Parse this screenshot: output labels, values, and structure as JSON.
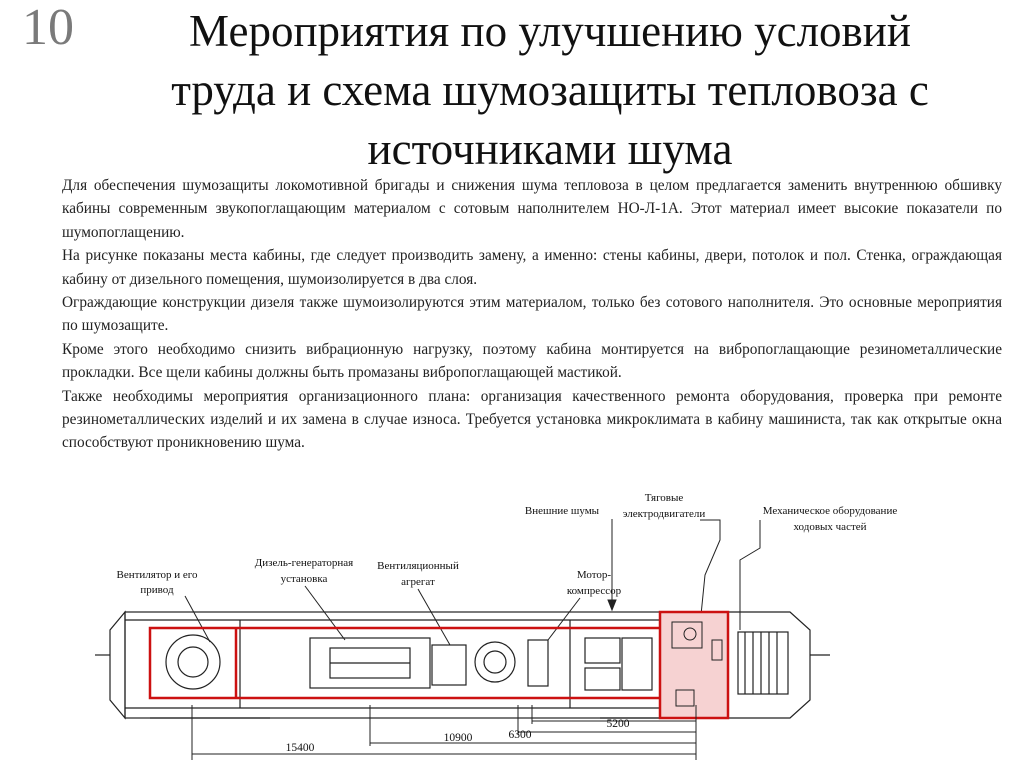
{
  "slide_number": "10",
  "title": {
    "lines": [
      "Мероприятия по улучшению условий",
      "труда и схема шумозащиты тепловоза с",
      "источниками шума"
    ]
  },
  "paragraphs": [
    "Для обеспечения шумозащиты локомотивной бригады и снижения шума тепловоза в целом предлагается заменить внутреннюю обшивку кабины современным звукопоглащающим материалом с сотовым наполнителем НО-Л-1А. Этот материал имеет высокие показатели по шумопоглащению.",
    "На рисунке показаны места кабины, где следует производить замену, а именно: стены кабины, двери, потолок и пол. Стенка, ограждающая кабину от дизельного помещения, шумоизолируется в два слоя.",
    "Ограждающие конструкции дизеля также шумоизолируются этим материалом, только без сотового наполнителя. Это основные мероприятия по шумозащите.",
    "Кроме этого необходимо снизить вибрационную нагрузку, поэтому кабина монтируется на вибропоглащающие резинометаллические прокладки. Все щели кабины должны быть промазаны вибропоглащающей мастикой.",
    "Также необходимы мероприятия организационного плана: организация качественного ремонта оборудования, проверка при ремонте резинометаллических изделий и их замена в случае износа. Требуется установка микроклимата в кабину машиниста, так как открытые окна способствуют проникновению шума."
  ],
  "diagram": {
    "labels": {
      "external_noise": "Внешние шумы",
      "traction_motors_1": "Тяговые",
      "traction_motors_2": "электродвигатели",
      "mech_equipment_1": "Механическое оборудование",
      "mech_equipment_2": "ходовых частей",
      "fan_1": "Вентилятор и его",
      "fan_2": "привод",
      "diesel_gen_1": "Дизель-генераторная",
      "diesel_gen_2": "установка",
      "vent_unit_1": "Вентиляционный",
      "vent_unit_2": "агрегат",
      "motor_comp_1": "Мотор-",
      "motor_comp_2": "компрессор"
    },
    "dimensions": {
      "d15400": "15400",
      "d10900": "10900",
      "d6300": "6300",
      "d5200": "5200"
    },
    "colors": {
      "noise_outline": "#cc1111",
      "cab_fill": "#f6d2d2",
      "line": "#222222"
    }
  }
}
